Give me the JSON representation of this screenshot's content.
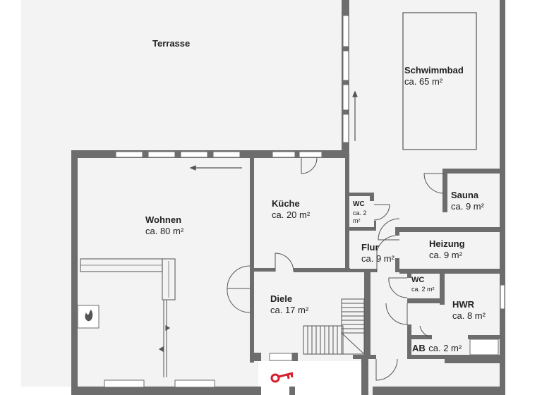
{
  "rooms": {
    "terrasse": {
      "name": "Terrasse"
    },
    "schwimmbad": {
      "name": "Schwimmbad",
      "area": "ca. 65 m²"
    },
    "wohnen": {
      "name": "Wohnen",
      "area": "ca. 80 m²"
    },
    "kueche": {
      "name": "Küche",
      "area": "ca. 20 m²"
    },
    "wc1": {
      "name": "WC",
      "area_line1": "ca. 2",
      "area_line2": "m²"
    },
    "sauna": {
      "name": "Sauna",
      "area": "ca. 9 m²"
    },
    "flur": {
      "name": "Flur",
      "area": "ca. 9 m²"
    },
    "heizung": {
      "name": "Heizung",
      "area": "ca. 9 m²"
    },
    "wc2": {
      "name": "WC",
      "area": "ca. 2 m²"
    },
    "diele": {
      "name": "Diele",
      "area": "ca. 17 m²"
    },
    "hwr": {
      "name": "HWR",
      "area": "ca. 8 m²"
    },
    "ab": {
      "name": "AB",
      "area": "ca. 2 m²"
    }
  },
  "colors": {
    "wall": "#6d6d6d",
    "floor": "#f3f3f3",
    "window": "#ffffff",
    "line": "#555555",
    "key": "#d61f2c",
    "fire": "#555555"
  },
  "icons": [
    "fireplace-icon",
    "key-icon",
    "arrow-icon"
  ]
}
